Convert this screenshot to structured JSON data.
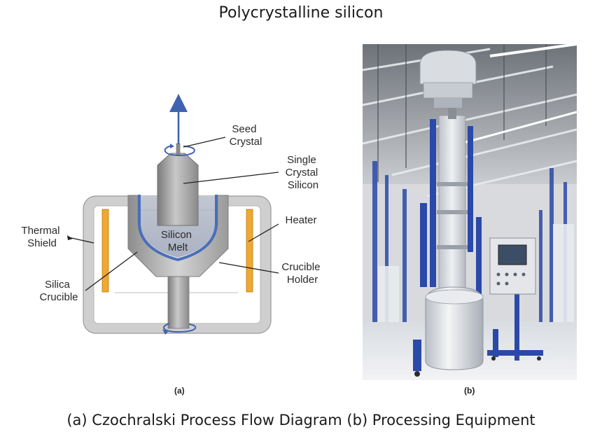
{
  "title": "Polycrystalline silicon",
  "caption": "(a) Czochralski Process Flow Diagram (b) Processing Equipment",
  "panel_a": {
    "label": "(a)",
    "labels": {
      "seed_crystal": [
        "Seed",
        "Crystal"
      ],
      "single_crystal_silicon": [
        "Single",
        "Crystal",
        "Silicon"
      ],
      "heater": [
        "Heater"
      ],
      "thermal_shield": [
        "Thermal",
        "Shield"
      ],
      "silicon_melt": [
        "Silicon",
        "Melt"
      ],
      "crucible_holder": [
        "Crucible",
        "Holder"
      ],
      "silica_crucible": [
        "Silica",
        "Crucible"
      ]
    }
  },
  "panel_b": {
    "label": "(b)"
  },
  "colors": {
    "shield": "#c8c8c8",
    "heater": "#f0a830",
    "silica": "#4a6fb8",
    "melt": "#b6bccb",
    "crystal": "#9a9a9a",
    "arrow": "#3f63b0",
    "equipment_blue": "#2b49a8"
  }
}
